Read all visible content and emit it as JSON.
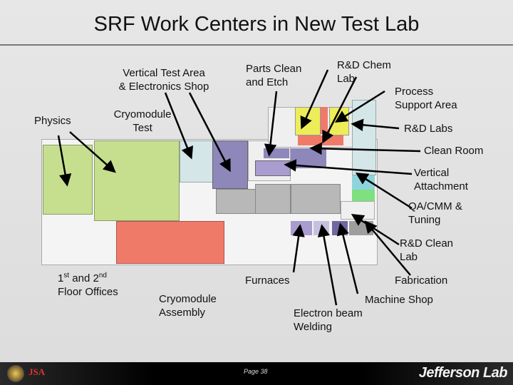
{
  "title": "SRF Work Centers in New Test Lab",
  "labels": {
    "vertical_test": "Vertical Test Area\n& Electronics Shop",
    "physics": "Physics",
    "cryomodule_test": "Cryomodule\nTest",
    "parts_clean": "Parts Clean\nand Etch",
    "rd_chem": "R&D Chem\nLab",
    "process_support": "Process\nSupport Area",
    "rd_labs": "R&D Labs",
    "clean_room": "Clean Room",
    "vertical_attachment": "Vertical\nAttachment",
    "qa_cmm": "QA/CMM &\nTuning",
    "rd_clean_lab": "R&D Clean\nLab",
    "floor_1st": "1",
    "floor_st": "st",
    "floor_and2": " and 2",
    "floor_nd": "nd",
    "floor_offices": "Floor Offices",
    "cryomodule_assembly": "Cryomodule\nAssembly",
    "furnaces": "Furnaces",
    "fabrication": "Fabrication",
    "machine_shop": "Machine Shop",
    "ebw": "Electron beam\nWelding"
  },
  "footer": {
    "page": "Page 38",
    "brand": "Jefferson Lab",
    "jsa_logo": "JSA"
  },
  "colors": {
    "green": "#c6df8f",
    "light_blue": "#d4e6e7",
    "purple": "#8e87ba",
    "salmon": "#f07a68",
    "yellow": "#eded5a",
    "grey": "#b8b8b8",
    "cyan": "#8fd4dd",
    "bright_green": "#7ee07e"
  }
}
